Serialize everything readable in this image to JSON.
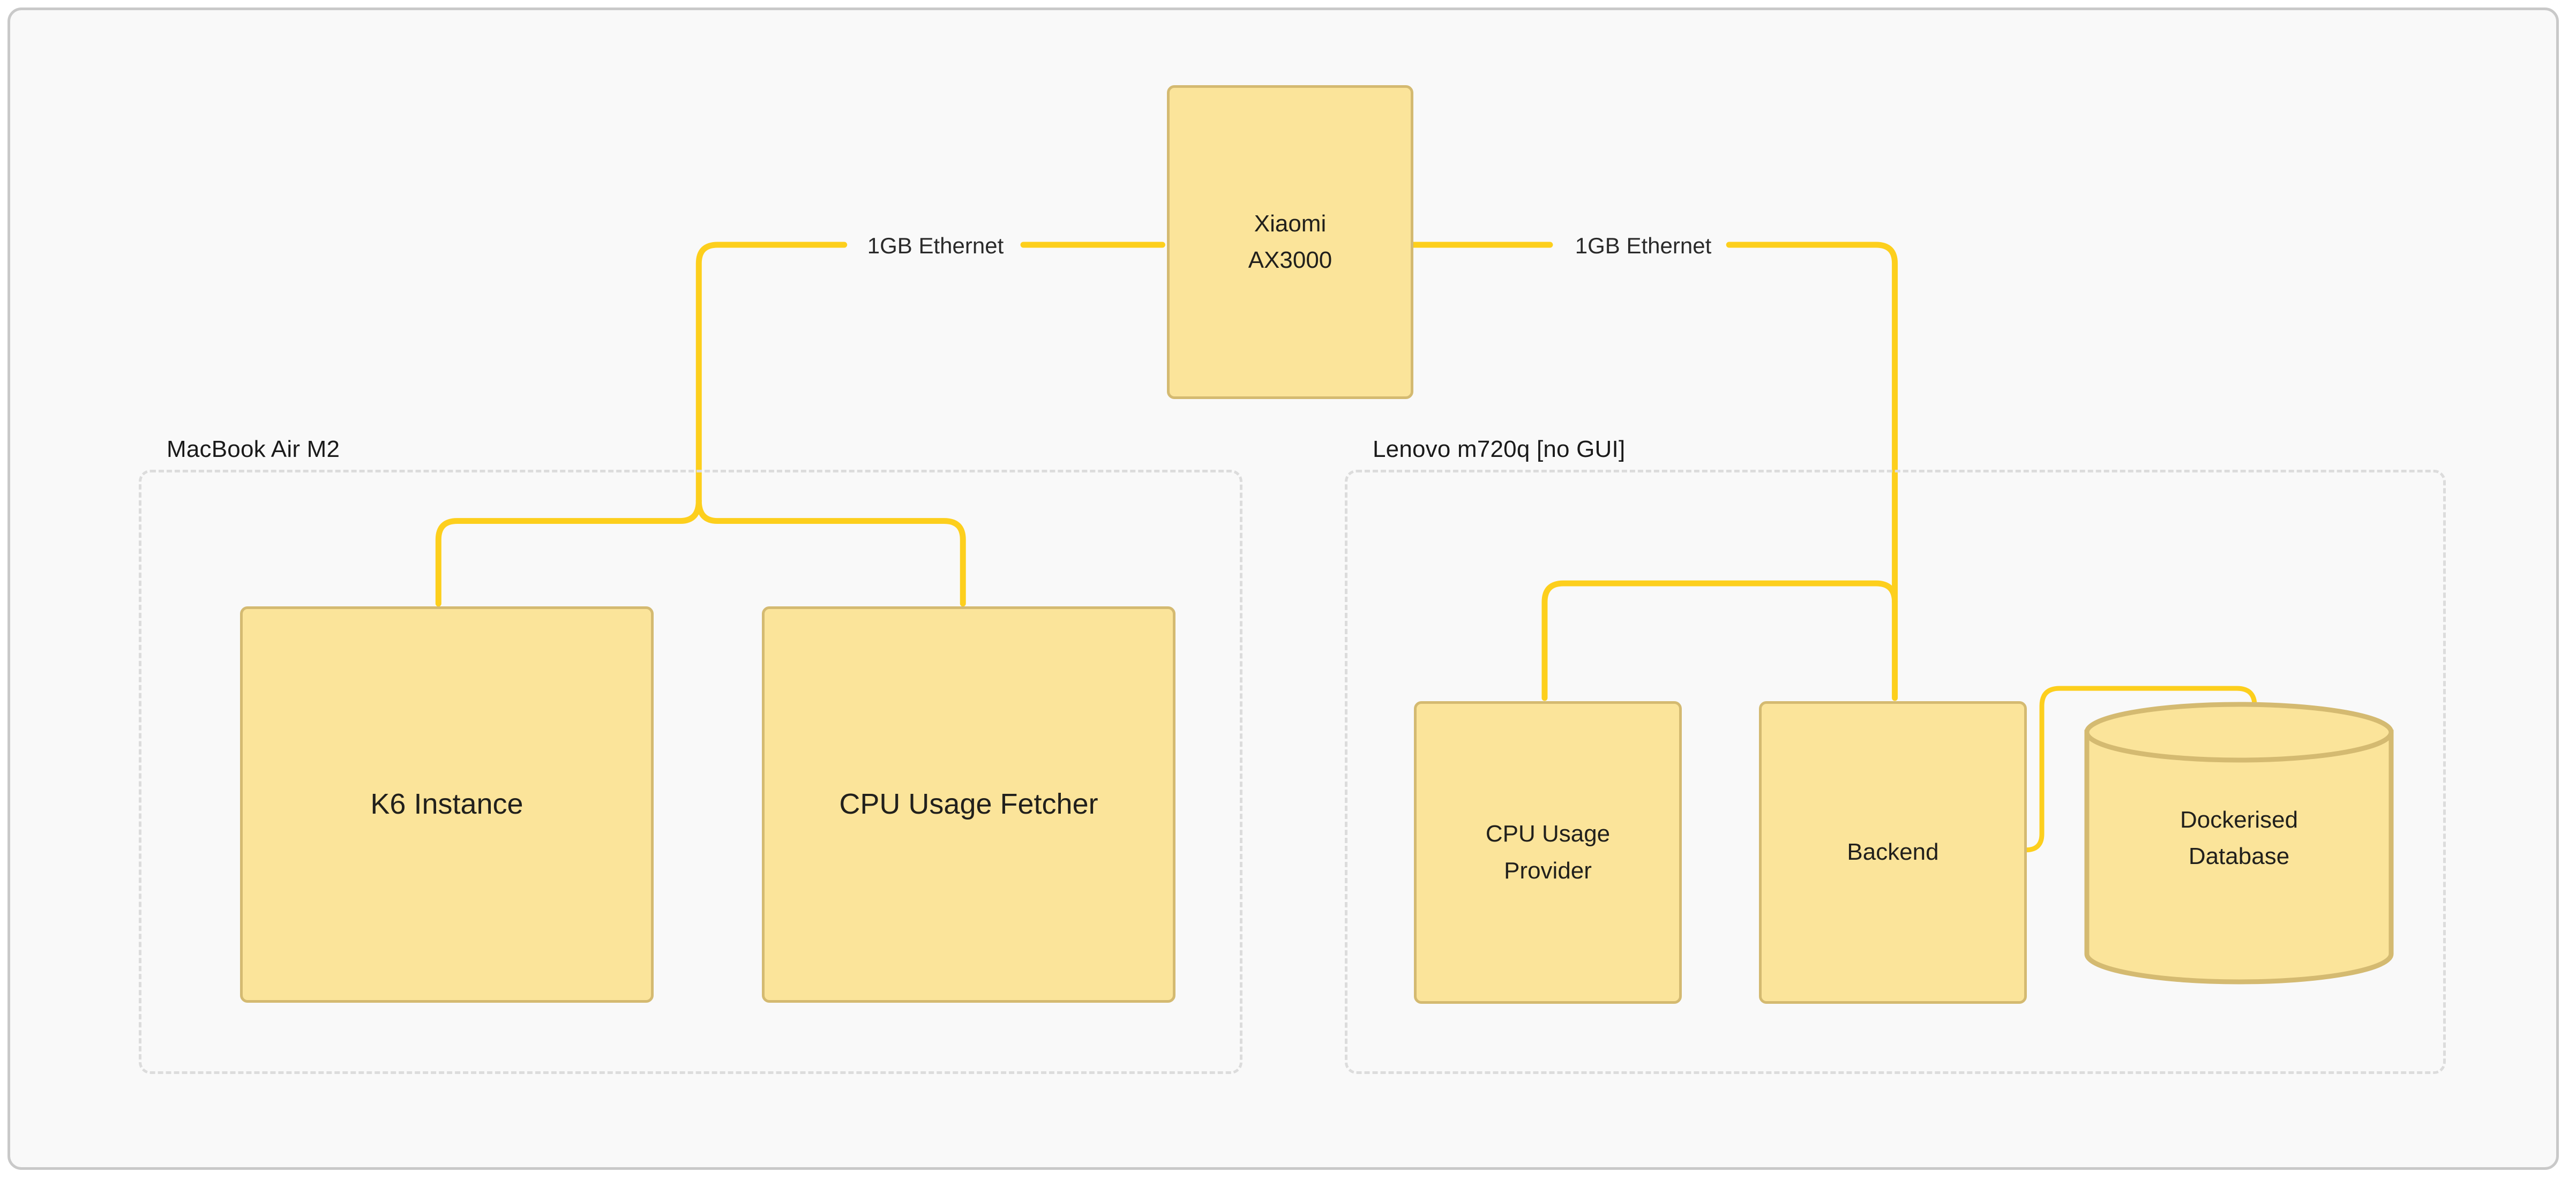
{
  "canvas": {
    "background_color": "#f9f9f9",
    "border_color": "#c9c9c9"
  },
  "theme": {
    "node_fill": "#fbe49a",
    "node_stroke": "#d4ba71",
    "edge_color": "#fdcf1d",
    "group_border_color": "#dcdcdc",
    "text_color": "#21201c"
  },
  "groups": [
    {
      "id": "macbook",
      "label": "MacBook Air M2"
    },
    {
      "id": "lenovo",
      "label": "Lenovo m720q [no GUI]"
    }
  ],
  "nodes": {
    "router": {
      "line1": "Xiaomi",
      "line2": "AX3000"
    },
    "k6": {
      "label": "K6 Instance"
    },
    "cpu_fetcher": {
      "label": "CPU Usage Fetcher"
    },
    "cpu_provider": {
      "line1": "CPU Usage",
      "line2": "Provider"
    },
    "backend": {
      "label": "Backend"
    },
    "database": {
      "line1": "Dockerised",
      "line2": "Database"
    }
  },
  "edges": [
    {
      "id": "router-left",
      "label": "1GB Ethernet"
    },
    {
      "id": "router-right",
      "label": "1GB Ethernet"
    }
  ]
}
